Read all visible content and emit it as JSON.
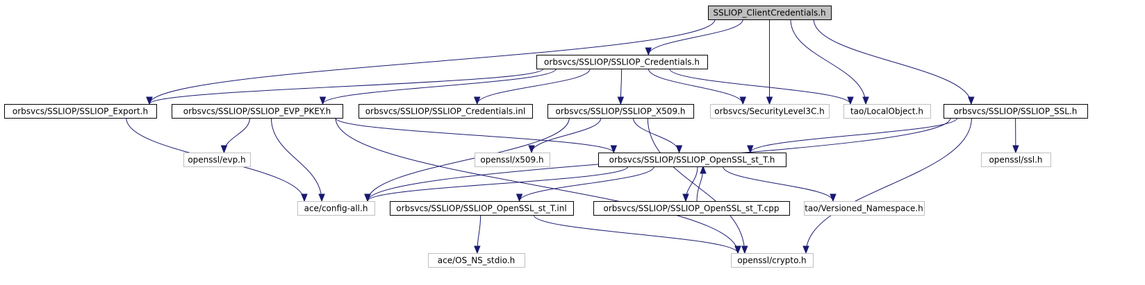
{
  "nodes": [
    {
      "id": "client_credentials",
      "label": "SSLIOP_ClientCredentials.h",
      "kind": "root"
    },
    {
      "id": "credentials_h",
      "label": "orbsvcs/SSLIOP/SSLIOP_Credentials.h",
      "kind": "solid"
    },
    {
      "id": "export_h",
      "label": "orbsvcs/SSLIOP/SSLIOP_Export.h",
      "kind": "solid"
    },
    {
      "id": "evp_pkey_h",
      "label": "orbsvcs/SSLIOP/SSLIOP_EVP_PKEY.h",
      "kind": "solid"
    },
    {
      "id": "credentials_inl",
      "label": "orbsvcs/SSLIOP/SSLIOP_Credentials.inl",
      "kind": "solid"
    },
    {
      "id": "x509_h",
      "label": "orbsvcs/SSLIOP/SSLIOP_X509.h",
      "kind": "solid"
    },
    {
      "id": "security_level3",
      "label": "orbsvcs/SecurityLevel3C.h",
      "kind": "light"
    },
    {
      "id": "local_object",
      "label": "tao/LocalObject.h",
      "kind": "light"
    },
    {
      "id": "ssl_h",
      "label": "orbsvcs/SSLIOP/SSLIOP_SSL.h",
      "kind": "solid"
    },
    {
      "id": "openssl_evp",
      "label": "openssl/evp.h",
      "kind": "light"
    },
    {
      "id": "openssl_x509",
      "label": "openssl/x509.h",
      "kind": "light"
    },
    {
      "id": "openssl_st_h",
      "label": "orbsvcs/SSLIOP/SSLIOP_OpenSSL_st_T.h",
      "kind": "solid"
    },
    {
      "id": "openssl_ssl",
      "label": "openssl/ssl.h",
      "kind": "light"
    },
    {
      "id": "config_all",
      "label": "ace/config-all.h",
      "kind": "light"
    },
    {
      "id": "openssl_st_inl",
      "label": "orbsvcs/SSLIOP/SSLIOP_OpenSSL_st_T.inl",
      "kind": "solid"
    },
    {
      "id": "openssl_st_cpp",
      "label": "orbsvcs/SSLIOP/SSLIOP_OpenSSL_st_T.cpp",
      "kind": "solid"
    },
    {
      "id": "versioned_ns",
      "label": "tao/Versioned_Namespace.h",
      "kind": "light"
    },
    {
      "id": "os_ns_stdio",
      "label": "ace/OS_NS_stdio.h",
      "kind": "light"
    },
    {
      "id": "openssl_crypto",
      "label": "openssl/crypto.h",
      "kind": "light"
    }
  ],
  "edges": [
    [
      "client_credentials",
      "credentials_h"
    ],
    [
      "client_credentials",
      "export_h"
    ],
    [
      "client_credentials",
      "security_level3"
    ],
    [
      "client_credentials",
      "local_object"
    ],
    [
      "client_credentials",
      "ssl_h"
    ],
    [
      "credentials_h",
      "export_h"
    ],
    [
      "credentials_h",
      "evp_pkey_h"
    ],
    [
      "credentials_h",
      "credentials_inl"
    ],
    [
      "credentials_h",
      "x509_h"
    ],
    [
      "credentials_h",
      "security_level3"
    ],
    [
      "credentials_h",
      "local_object"
    ],
    [
      "export_h",
      "config_all"
    ],
    [
      "evp_pkey_h",
      "openssl_evp"
    ],
    [
      "evp_pkey_h",
      "openssl_st_h"
    ],
    [
      "evp_pkey_h",
      "config_all"
    ],
    [
      "evp_pkey_h",
      "openssl_crypto"
    ],
    [
      "x509_h",
      "openssl_x509"
    ],
    [
      "x509_h",
      "openssl_st_h"
    ],
    [
      "x509_h",
      "config_all"
    ],
    [
      "x509_h",
      "openssl_crypto"
    ],
    [
      "ssl_h",
      "openssl_ssl"
    ],
    [
      "ssl_h",
      "openssl_st_h"
    ],
    [
      "ssl_h",
      "config_all"
    ],
    [
      "ssl_h",
      "openssl_crypto"
    ],
    [
      "openssl_st_h",
      "config_all"
    ],
    [
      "openssl_st_h",
      "openssl_st_inl"
    ],
    [
      "openssl_st_h",
      "openssl_st_cpp"
    ],
    [
      "openssl_st_h",
      "versioned_ns"
    ],
    [
      "openssl_st_cpp",
      "openssl_st_h"
    ],
    [
      "openssl_st_inl",
      "os_ns_stdio"
    ],
    [
      "openssl_st_inl",
      "openssl_crypto"
    ]
  ]
}
